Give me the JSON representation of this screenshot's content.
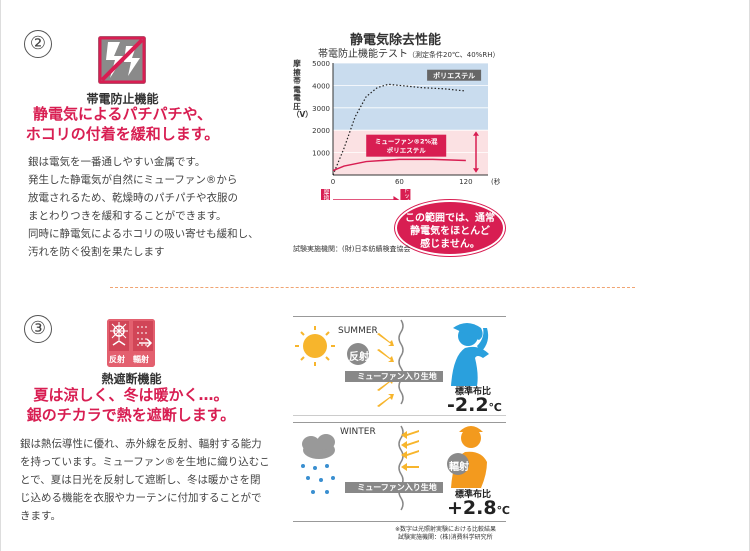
{
  "section2": {
    "number": "②",
    "icon_name": "static-removal-icon",
    "title": "帯電防止機能",
    "catch_line1": "静電気によるパチパチや、",
    "catch_line2": "ホコリの付着を緩和します。",
    "body": [
      "銀は電気を一番通しやすい金属です。",
      "発生した静電気が自然にミューファン®から",
      "放電されるため、乾燥時のパチパチや衣服の",
      "まとわりつきを緩和することができます。",
      "同時に静電気によるホコリの吸い寄せも緩和し、",
      "汚れを防ぐ役割を果たします"
    ],
    "chart": {
      "title": "静電気除去性能",
      "subtitle": "帯電防止機能テスト",
      "conditions": "（測定条件20℃、40%RH）",
      "ylabel": "摩擦帯電電圧（V）",
      "xunit": "(秒)",
      "friction_label": "摩擦",
      "stop_label": "ストップ",
      "series_polyester": "ポリエステル",
      "series_mufan_line1": "ミューファン®2%混",
      "series_mufan_line2": "ポリエステル",
      "callout_line1": "この範囲では、通常",
      "callout_line2": "静電気をほとんど",
      "callout_line3": "感じません。",
      "credit": "試験実施機関：(財)日本紡績検査協会"
    }
  },
  "section3": {
    "number": "③",
    "icon_name": "heat-shield-icon",
    "icon_label_left": "反射",
    "icon_label_right": "輻射",
    "title": "熱遮断機能",
    "catch_line1": "夏は涼しく、冬は暖かく…。",
    "catch_line2": "銀のチカラで熱を遮断します。",
    "body": [
      "銀は熱伝導性に優れ、赤外線を反射、輻射する能力",
      "を持っています。ミューファン®を生地に織り込むこ",
      "とで、夏は日光を反射して遮断し、冬は暖かさを閉",
      "じ込める機能を衣服やカーテンに付加することがで",
      "きます。"
    ],
    "diagram": {
      "summer_label": "SUMMER",
      "winter_label": "WINTER",
      "reflect_label": "反射",
      "radiate_label": "輻射",
      "fabric_label": "ミューファン入り生地",
      "standard_label": "標準布比",
      "summer_value": "-2.2",
      "winter_value": "+2.8",
      "unit": "℃",
      "note1": "※数字は光照射実験における比較結果",
      "note2": "試験実施機関：(株)消費科学研究所"
    }
  },
  "colors": {
    "accent": "#d81e52",
    "summer_person": "#2aa0dd",
    "winter_person": "#f39a1e",
    "chart_blue": "#c9dcee",
    "chart_pink": "#fbe1e3"
  },
  "chart_data": {
    "type": "line",
    "title": "静電気除去性能",
    "xlabel": "(秒)",
    "ylabel": "摩擦帯電電圧（V）",
    "x_ticks": [
      0,
      60,
      120
    ],
    "y_ticks": [
      1000,
      2000,
      3000,
      4000,
      5000
    ],
    "xlim": [
      0,
      140
    ],
    "ylim": [
      0,
      5000
    ],
    "series": [
      {
        "name": "ポリエステル",
        "x": [
          0,
          10,
          20,
          30,
          40,
          50,
          60,
          80,
          100,
          120
        ],
        "values": [
          0,
          1200,
          2600,
          3500,
          3900,
          4050,
          4000,
          3900,
          3850,
          3750
        ]
      },
      {
        "name": "ミューファン®2%混ポリエステル",
        "x": [
          0,
          10,
          30,
          60,
          90,
          120
        ],
        "values": [
          200,
          400,
          600,
          700,
          700,
          650
        ]
      }
    ],
    "grid": true,
    "legend": "inline"
  }
}
